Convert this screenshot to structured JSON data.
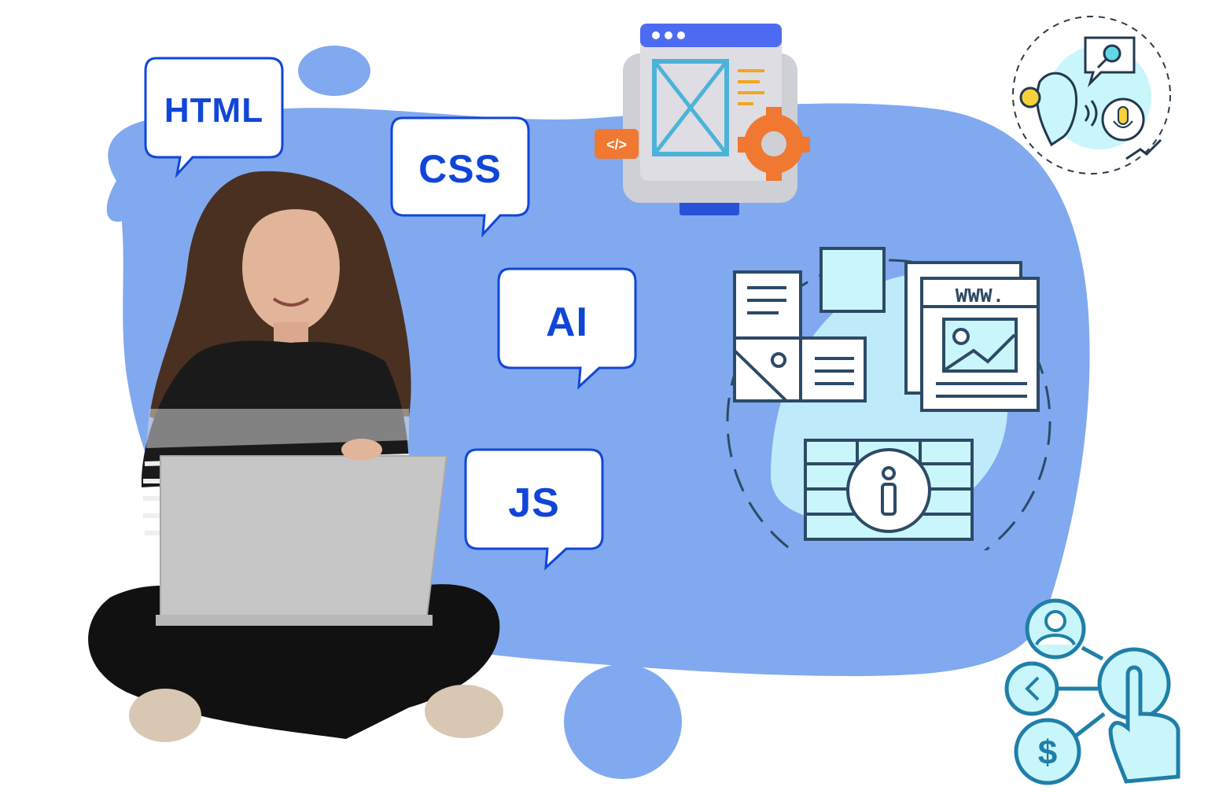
{
  "bubbles": {
    "html": "HTML",
    "css": "CSS",
    "ai": "AI",
    "js": "JS"
  },
  "icons": {
    "web_window_code_tag": "</>",
    "web_www_label": "WWW."
  },
  "colors": {
    "blob": "#81a9f0",
    "bubble_border": "#1046d8",
    "bubble_text": "#1046d8",
    "line_icon": "#2d4a66",
    "accent_cyan": "#c9f6fb",
    "teal_icon": "#1f7fa8",
    "orange_gear": "#f07830"
  }
}
